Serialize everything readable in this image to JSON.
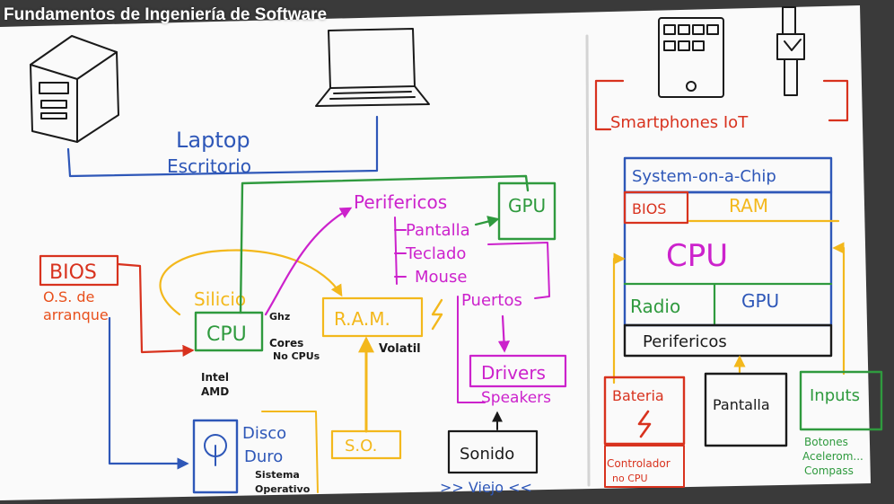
{
  "title": "Fundamentos de Ingeniería de Software",
  "colors": {
    "board": "#fafafa",
    "blue": "#2e57b8",
    "green": "#2f9a3e",
    "red": "#d8321e",
    "orange": "#e8501c",
    "magenta": "#cc22cc",
    "yellow": "#f3b81c",
    "black": "#1a1a1a"
  },
  "left": {
    "laptop_label": "Laptop",
    "escritorio_label": "Escritorio",
    "bios_box": "BIOS",
    "bios_note_line1": "O.S. de",
    "bios_note_line2": "arranque",
    "silicio_label": "Silicio",
    "cpu_box": "CPU",
    "ghz_label": "Ghz",
    "cores_line1": "Cores",
    "cores_line2": "No CPUs",
    "intel_label": "Intel",
    "amd_label": "AMD",
    "ram_box": "R.A.M.",
    "volatil_label": "Volatil",
    "perifericos_label": "Perifericos",
    "pantalla_label": "Pantalla",
    "teclado_label": "Teclado",
    "mouse_label": "Mouse",
    "puertos_label": "Puertos",
    "gpu_box": "GPU",
    "drivers_box": "Drivers",
    "speakers_label": "Speakers",
    "sonido_box": "Sonido",
    "viejo_label": ">> Viejo <<",
    "disco_label": "Disco",
    "duro_label": "Duro",
    "sistema_label": "Sistema",
    "operativo_label": "Operativo",
    "so_box": "S.O."
  },
  "right": {
    "smartphones_iot_label": "Smartphones IoT",
    "soc_label": "System-on-a-Chip",
    "bios_cell": "BIOS",
    "ram_cell": "RAM",
    "cpu_cell": "CPU",
    "radio_cell": "Radio",
    "gpu_cell": "GPU",
    "perifericos_cell": "Perifericos",
    "bateria_box": "Bateria",
    "pantalla_box": "Pantalla",
    "inputs_box": "Inputs",
    "controlador_line1": "Controlador",
    "controlador_line2": "no CPU",
    "inputs_note_line1": "Botones",
    "inputs_note_line2": "Acelerom...",
    "inputs_note_line3": "Compass"
  }
}
